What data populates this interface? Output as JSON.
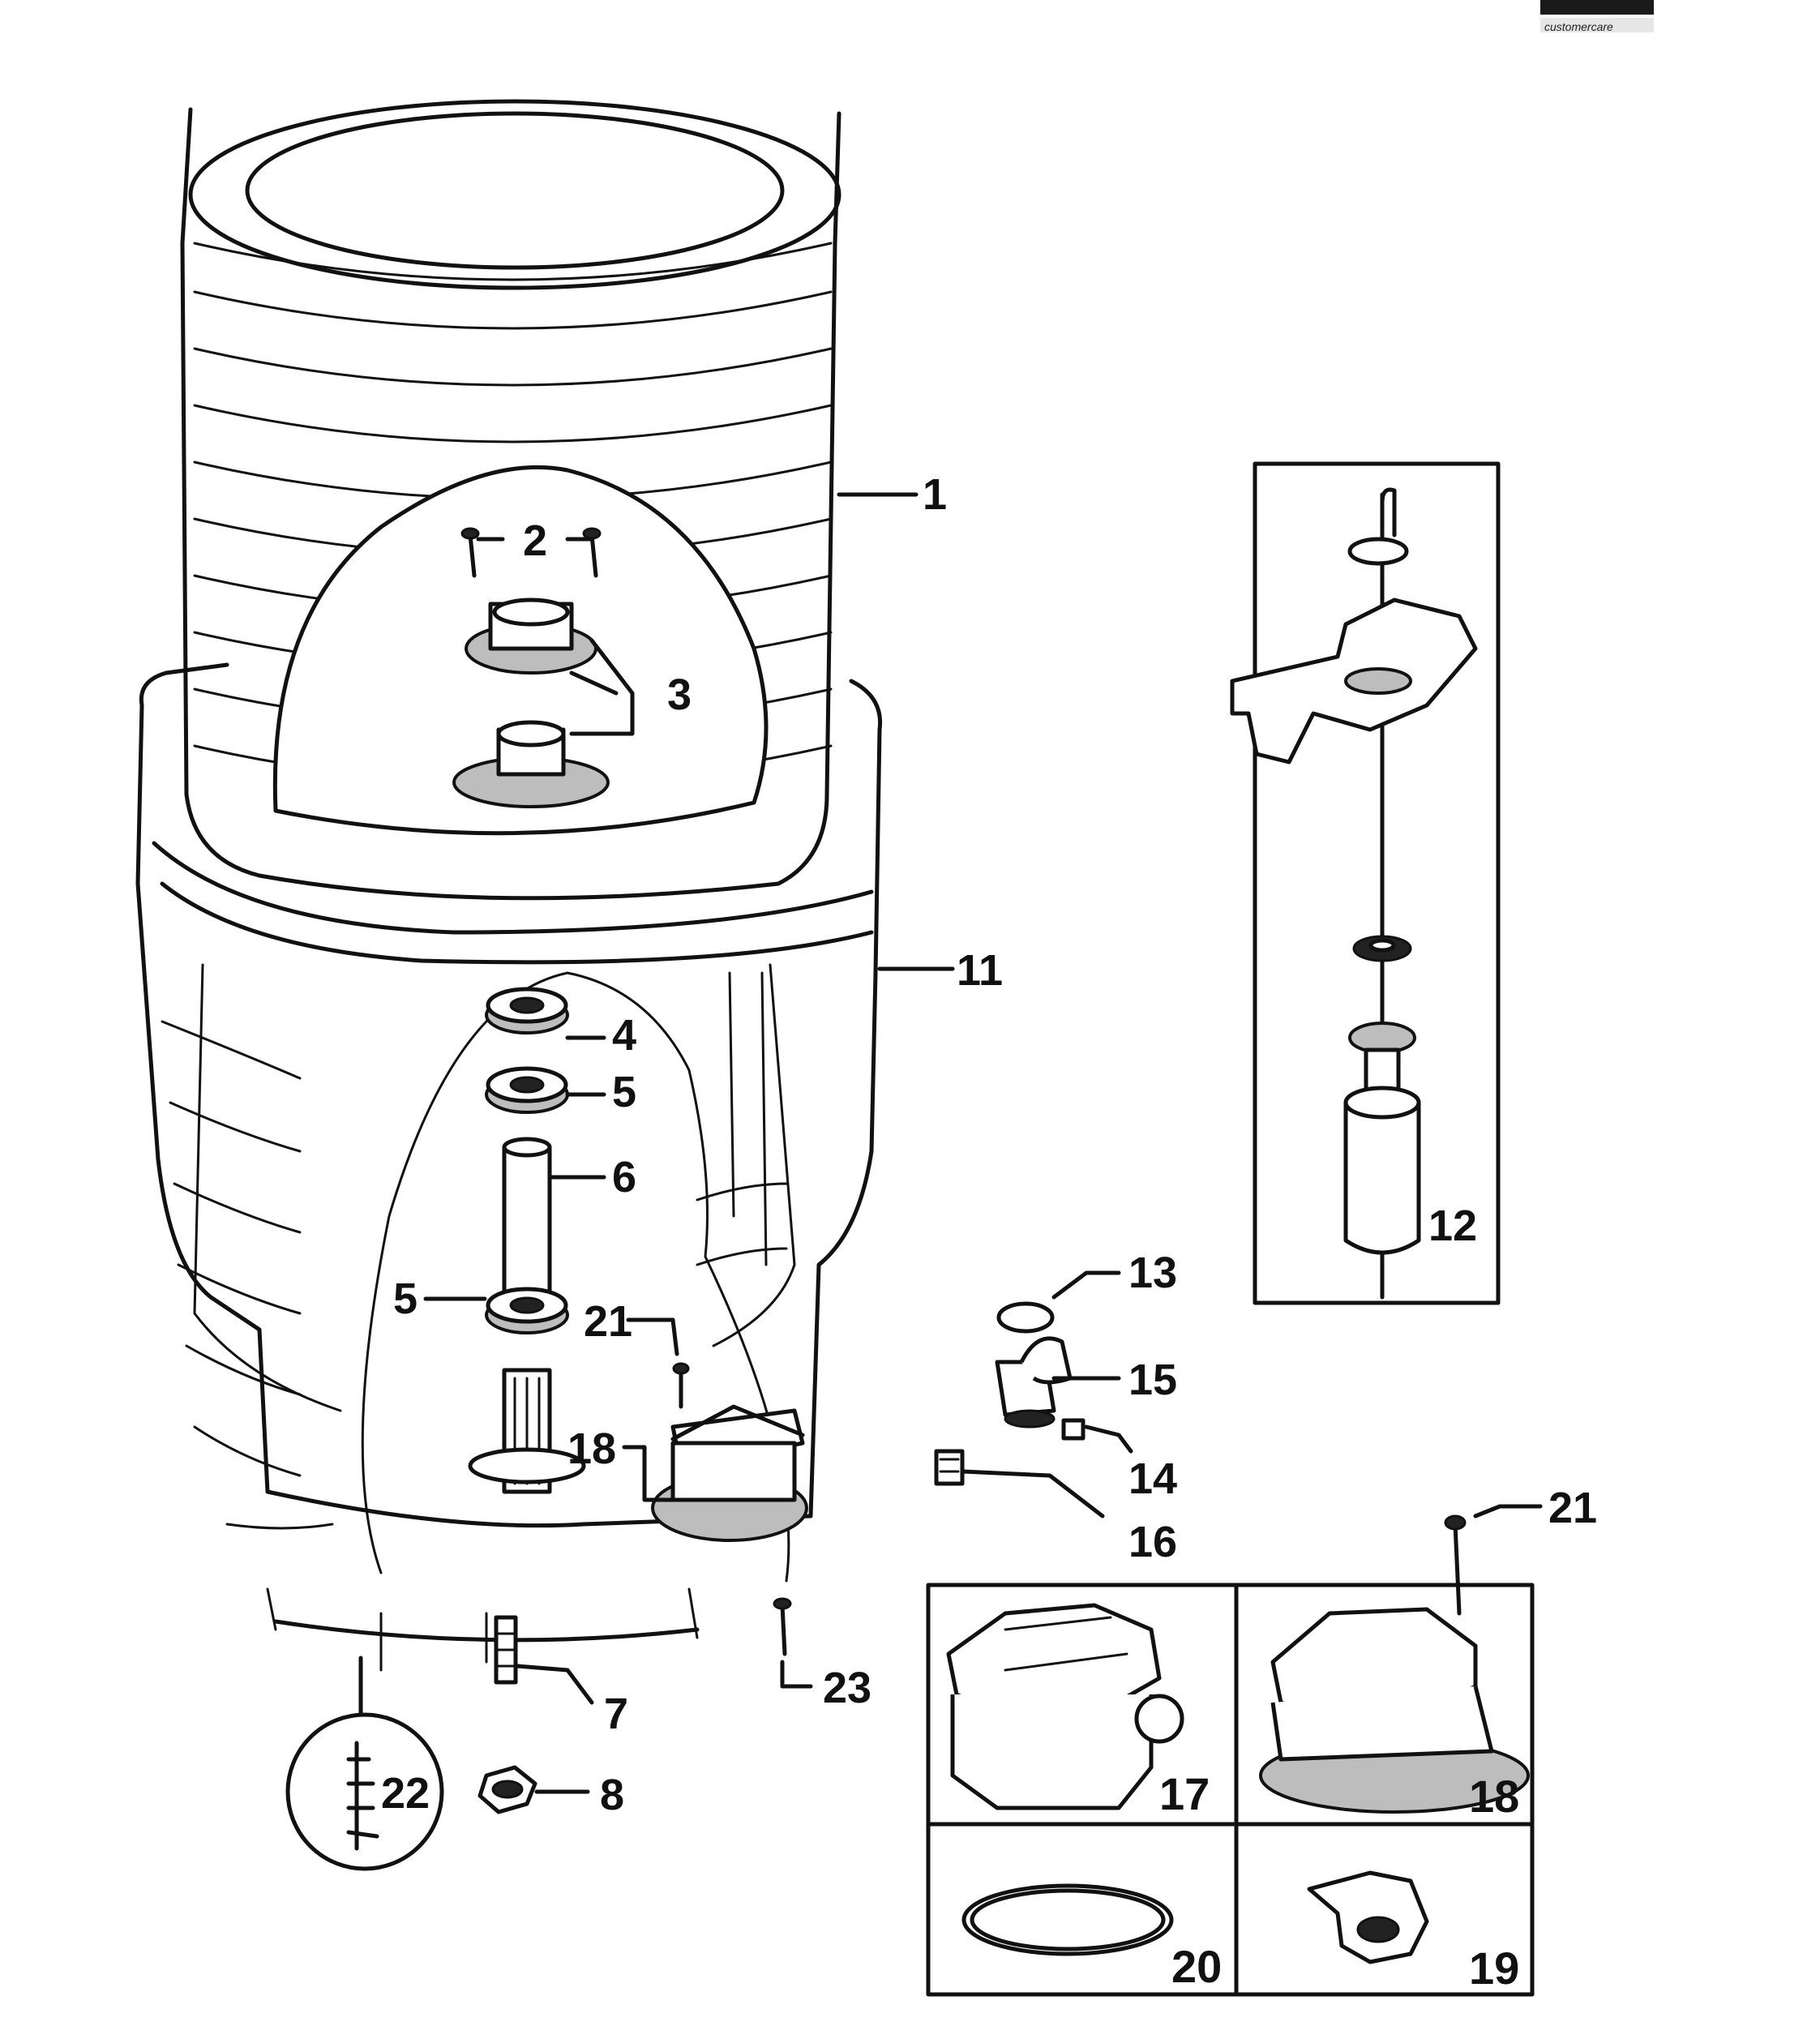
{
  "logo": {
    "text": "customercare"
  },
  "callouts": [
    {
      "id": "callout-1",
      "text": "1"
    },
    {
      "id": "callout-2",
      "text": "2"
    },
    {
      "id": "callout-3",
      "text": "3"
    },
    {
      "id": "callout-4",
      "text": "4"
    },
    {
      "id": "callout-5a",
      "text": "5"
    },
    {
      "id": "callout-6",
      "text": "6"
    },
    {
      "id": "callout-5b",
      "text": "5"
    },
    {
      "id": "callout-21a",
      "text": "21"
    },
    {
      "id": "callout-18a",
      "text": "18"
    },
    {
      "id": "callout-11",
      "text": "11"
    },
    {
      "id": "callout-7",
      "text": "7"
    },
    {
      "id": "callout-8",
      "text": "8"
    },
    {
      "id": "callout-22",
      "text": "22"
    },
    {
      "id": "callout-23",
      "text": "23"
    },
    {
      "id": "callout-12",
      "text": "12"
    },
    {
      "id": "callout-13",
      "text": "13"
    },
    {
      "id": "callout-15",
      "text": "15"
    },
    {
      "id": "callout-14",
      "text": "14"
    },
    {
      "id": "callout-16",
      "text": "16"
    },
    {
      "id": "callout-21b",
      "text": "21"
    },
    {
      "id": "callout-17",
      "text": "17"
    },
    {
      "id": "callout-18b",
      "text": "18"
    },
    {
      "id": "callout-20",
      "text": "20"
    },
    {
      "id": "callout-19",
      "text": "19"
    }
  ]
}
